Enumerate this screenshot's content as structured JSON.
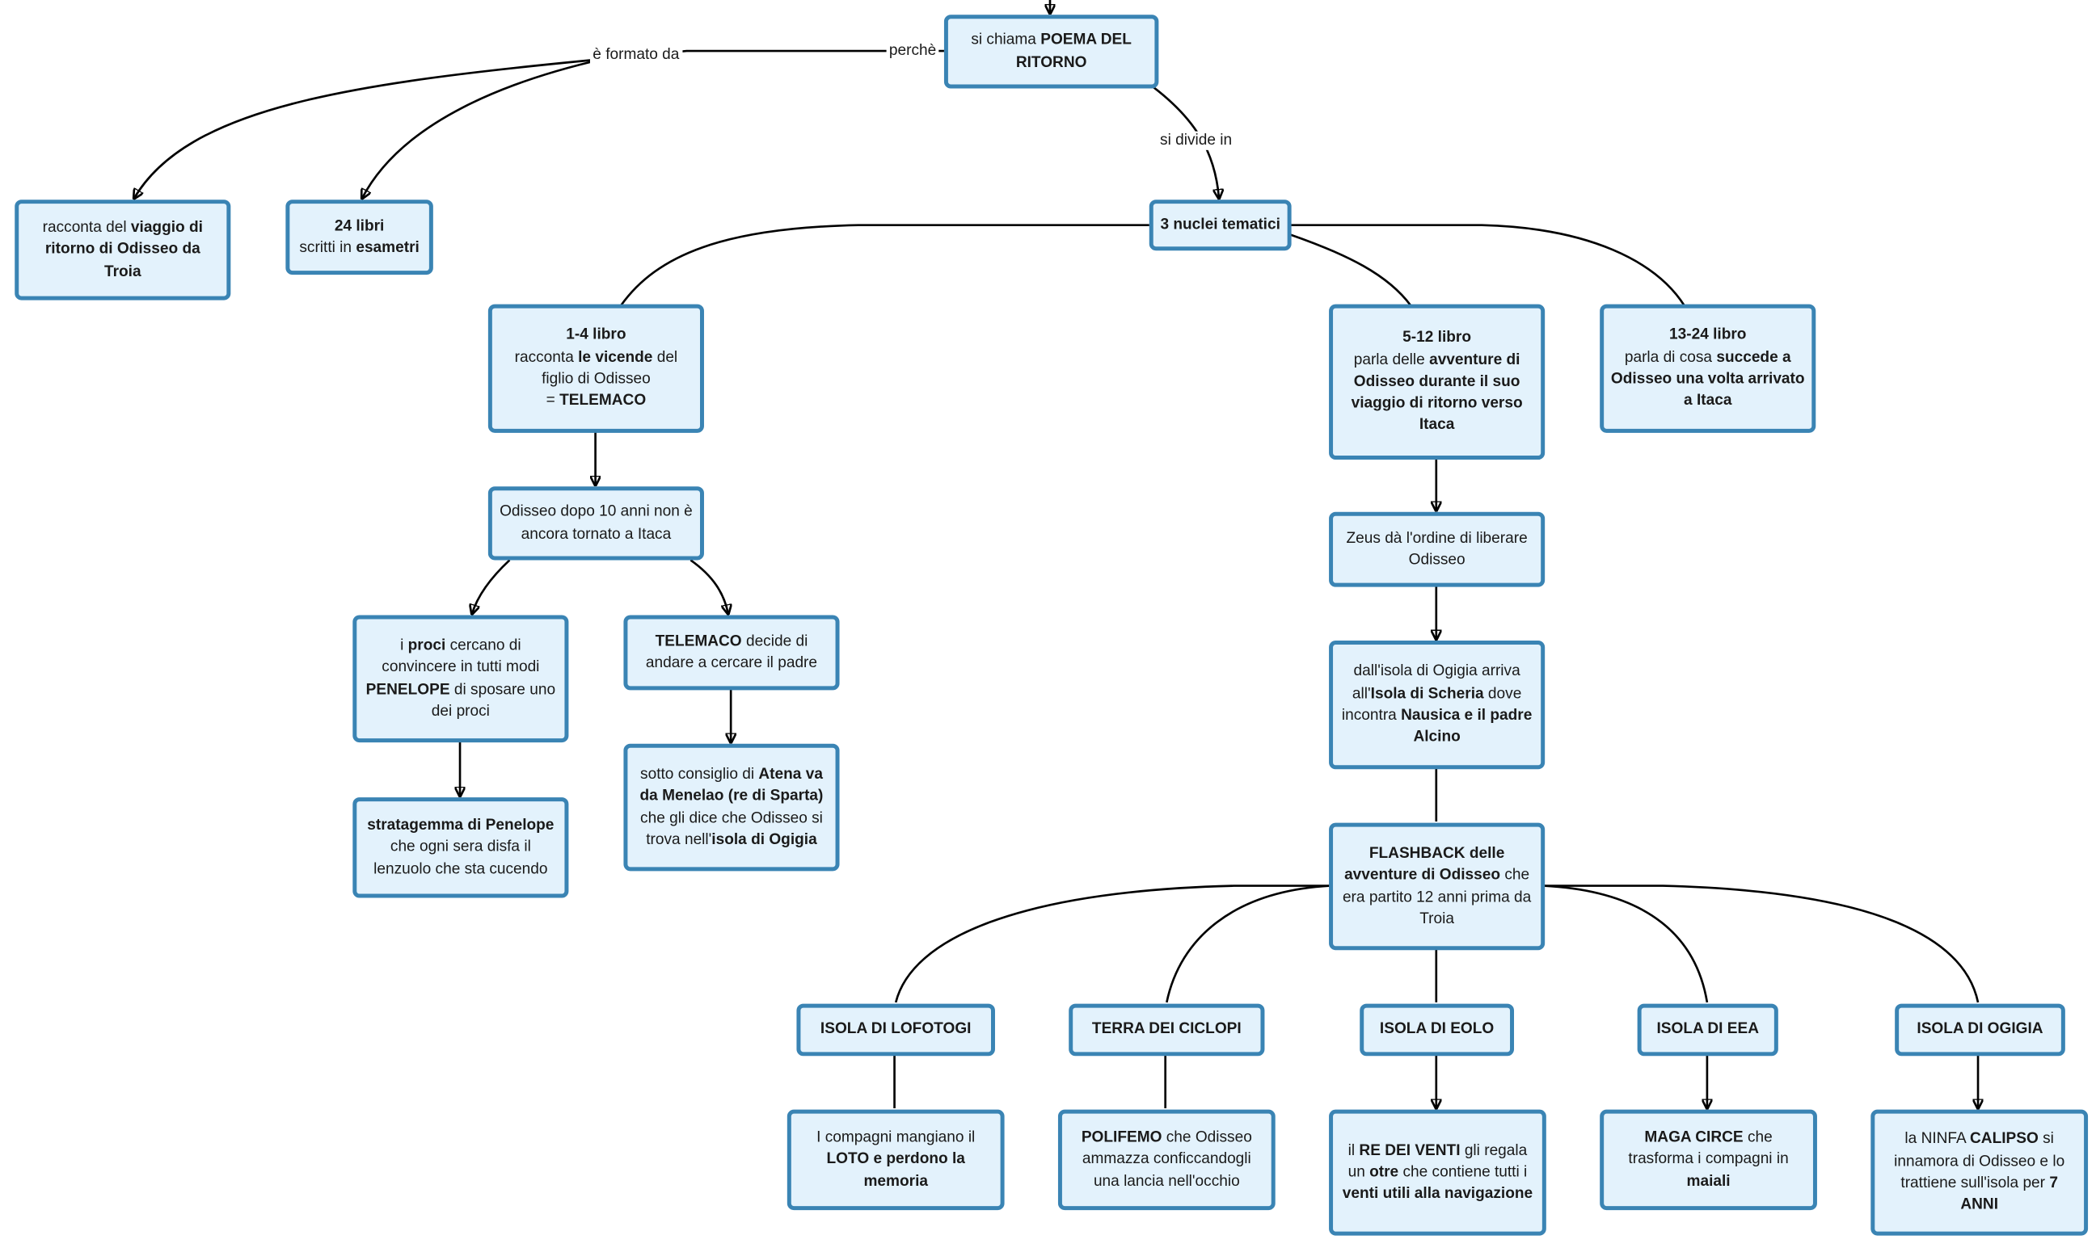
{
  "nodes": {
    "poema": {
      "parts": [
        {
          "t": "si chiama "
        },
        {
          "t": "POEMA DEL RITORNO",
          "b": true
        }
      ]
    },
    "racconta": {
      "parts": [
        {
          "t": "racconta del "
        },
        {
          "t": "viaggio di ritorno di Odisseo da Troia",
          "b": true
        }
      ]
    },
    "libri": {
      "parts": [
        {
          "t": "24 libri",
          "b": true,
          "br": true
        },
        {
          "t": "scritti in "
        },
        {
          "t": "esametri",
          "b": true
        }
      ]
    },
    "nuclei": {
      "parts": [
        {
          "t": "3 nuclei tematici",
          "b": true
        }
      ]
    },
    "libro1_4": {
      "parts": [
        {
          "t": "1-4 libro",
          "b": true,
          "br": true
        },
        {
          "t": "racconta "
        },
        {
          "t": "le vicende",
          "b": true
        },
        {
          "t": " del figlio di Odisseo",
          "br": true
        },
        {
          "t": "= "
        },
        {
          "t": "TELEMACO",
          "b": true
        }
      ]
    },
    "libro5_12": {
      "parts": [
        {
          "t": "5-12 libro",
          "b": true,
          "br": true
        },
        {
          "t": "parla delle "
        },
        {
          "t": "avventure di Odisseo durante il suo viaggio di ritorno verso Itaca",
          "b": true
        }
      ]
    },
    "libro13_24": {
      "parts": [
        {
          "t": "13-24 libro",
          "b": true,
          "br": true
        },
        {
          "t": "parla di cosa "
        },
        {
          "t": "succede a Odisseo una volta arrivato a Itaca",
          "b": true
        }
      ]
    },
    "odisseo10": {
      "parts": [
        {
          "t": "Odisseo dopo 10 anni non è ancora tornato a Itaca"
        }
      ]
    },
    "proci": {
      "parts": [
        {
          "t": "i "
        },
        {
          "t": "proci",
          "b": true
        },
        {
          "t": " cercano di convincere in tutti modi "
        },
        {
          "t": "PENELOPE",
          "b": true
        },
        {
          "t": " di sposare uno dei proci"
        }
      ]
    },
    "telemaco": {
      "parts": [
        {
          "t": "TELEMACO",
          "b": true
        },
        {
          "t": " decide di andare a cercare il padre"
        }
      ]
    },
    "stratagemma": {
      "parts": [
        {
          "t": "stratagemma di Penelope",
          "b": true
        },
        {
          "t": " che ogni sera disfa il lenzuolo che sta cucendo"
        }
      ]
    },
    "atena": {
      "parts": [
        {
          "t": "sotto consiglio di "
        },
        {
          "t": "Atena va da Menelao (re di Sparta)",
          "b": true
        },
        {
          "t": " che gli dice che Odisseo si trova nell'"
        },
        {
          "t": "isola di Ogigia",
          "b": true
        }
      ]
    },
    "zeus": {
      "parts": [
        {
          "t": "Zeus dà l'ordine di liberare Odisseo"
        }
      ]
    },
    "scheria": {
      "parts": [
        {
          "t": "dall'isola di Ogigia arriva all'"
        },
        {
          "t": "Isola di Scheria",
          "b": true
        },
        {
          "t": " dove incontra "
        },
        {
          "t": "Nausica e il padre Alcino",
          "b": true
        }
      ]
    },
    "flashback": {
      "parts": [
        {
          "t": "FLASHBACK delle avventure di Odisseo",
          "b": true
        },
        {
          "t": " che era partito 12 anni prima da Troia"
        }
      ]
    },
    "lofotogi": {
      "parts": [
        {
          "t": "ISOLA DI LOFOTOGI",
          "b": true
        }
      ]
    },
    "ciclopi": {
      "parts": [
        {
          "t": "TERRA DEI CICLOPI",
          "b": true
        }
      ]
    },
    "eolo": {
      "parts": [
        {
          "t": "ISOLA DI EOLO",
          "b": true
        }
      ]
    },
    "eea": {
      "parts": [
        {
          "t": "ISOLA DI EEA",
          "b": true
        }
      ]
    },
    "ogigia": {
      "parts": [
        {
          "t": "ISOLA DI OGIGIA",
          "b": true
        }
      ]
    },
    "loto": {
      "parts": [
        {
          "t": "I compagni mangiano il "
        },
        {
          "t": "LOTO e perdono la memoria",
          "b": true
        }
      ]
    },
    "polifemo": {
      "parts": [
        {
          "t": "POLIFEMO",
          "b": true
        },
        {
          "t": " che Odisseo ammazza conficcandogli una lancia nell'occhio"
        }
      ]
    },
    "venti": {
      "parts": [
        {
          "t": "il "
        },
        {
          "t": "RE DEI VENTI",
          "b": true
        },
        {
          "t": " gli regala un "
        },
        {
          "t": "otre",
          "b": true
        },
        {
          "t": " che contiene tutti i "
        },
        {
          "t": "venti utili alla navigazione",
          "b": true
        }
      ]
    },
    "circe": {
      "parts": [
        {
          "t": "MAGA CIRCE",
          "b": true
        },
        {
          "t": " che trasforma i compagni in "
        },
        {
          "t": "maiali",
          "b": true
        }
      ]
    },
    "calipso": {
      "parts": [
        {
          "t": "la NINFA "
        },
        {
          "t": "CALIPSO",
          "b": true
        },
        {
          "t": " si innamora di Odisseo e lo trattiene sull'isola per "
        },
        {
          "t": "7 ANNI",
          "b": true
        }
      ]
    }
  },
  "edge_labels": {
    "formato": "è formato da",
    "perche": "perchè",
    "divide": "si divide in"
  }
}
